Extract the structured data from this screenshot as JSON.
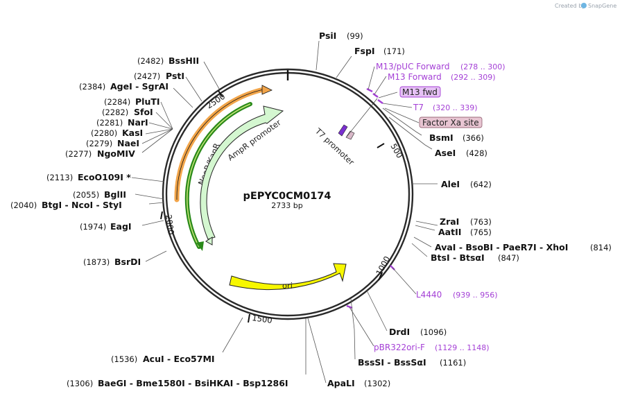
{
  "credit": {
    "prefix": "Created by",
    "brand": "SnapGene"
  },
  "plasmid": {
    "name": "pEPYC0CM0174",
    "size": "2733 bp",
    "length": 2733
  },
  "ticks": [
    "500",
    "1000",
    "1500",
    "2000",
    "2500"
  ],
  "features": [
    {
      "label": "NeoR/KanR",
      "color": "#f2a54a",
      "inner_color": "#2a8a1a"
    },
    {
      "label": "AmpR promoter",
      "color": "#d4f7d0"
    },
    {
      "label": "T7 promoter",
      "color": "#7a2fd0"
    },
    {
      "label": "ori",
      "color": "#f7f700"
    }
  ],
  "enzymes": [
    {
      "name": "PsiI",
      "pos": "(99)"
    },
    {
      "name": "FspI",
      "pos": "(171)"
    },
    {
      "name": "BsmI",
      "pos": "(366)"
    },
    {
      "name": "AseI",
      "pos": "(428)"
    },
    {
      "name": "AleI",
      "pos": "(642)"
    },
    {
      "name": "ZraI",
      "pos": "(763)"
    },
    {
      "name": "AatII",
      "pos": "(765)"
    },
    {
      "name": "AvaI - BsoBI - PaeR7I - XhoI",
      "pos": "(814)"
    },
    {
      "name": "BtsI - BtsαI",
      "pos": "(847)"
    },
    {
      "name": "DrdI",
      "pos": "(1096)"
    },
    {
      "name": "BssSI - BssSαI",
      "pos": "(1161)"
    },
    {
      "name": "ApaLI",
      "pos": "(1302)"
    },
    {
      "name": "BaeGI - Bme1580I - BsiHKAI - Bsp1286I",
      "pos": "(1306)"
    },
    {
      "name": "AcuI - Eco57MI",
      "pos": "(1536)"
    },
    {
      "name": "BsrDI",
      "pos": "(1873)"
    },
    {
      "name": "EagI",
      "pos": "(1974)"
    },
    {
      "name": "BtgI - NcoI - StyI",
      "pos": "(2040)"
    },
    {
      "name": "BglII",
      "pos": "(2055)"
    },
    {
      "name": "EcoO109I *",
      "pos": "(2113)"
    },
    {
      "name": "NgoMIV",
      "pos": "(2277)"
    },
    {
      "name": "NaeI",
      "pos": "(2279)"
    },
    {
      "name": "KasI",
      "pos": "(2280)"
    },
    {
      "name": "NarI",
      "pos": "(2281)"
    },
    {
      "name": "SfoI",
      "pos": "(2282)"
    },
    {
      "name": "PluTI",
      "pos": "(2284)"
    },
    {
      "name": "AgeI - SgrAI",
      "pos": "(2384)"
    },
    {
      "name": "PstI",
      "pos": "(2427)"
    },
    {
      "name": "BssHII",
      "pos": "(2482)"
    }
  ],
  "primers": [
    {
      "name": "M13/pUC Forward",
      "pos": "(278 .. 300)"
    },
    {
      "name": "M13 Forward",
      "pos": "(292 .. 309)"
    },
    {
      "name": "T7",
      "pos": "(320 .. 339)"
    },
    {
      "name": "L4440",
      "pos": "(939 .. 956)"
    },
    {
      "name": "pBR322ori-F",
      "pos": "(1129 .. 1148)"
    }
  ],
  "boxed_labels": [
    {
      "name": "M13 fwd",
      "fill": "#e6c2f5",
      "stroke": "#a43fd6"
    },
    {
      "name": "Factor Xa site",
      "fill": "#e8c5d2",
      "stroke": "#9a6a7a"
    }
  ]
}
